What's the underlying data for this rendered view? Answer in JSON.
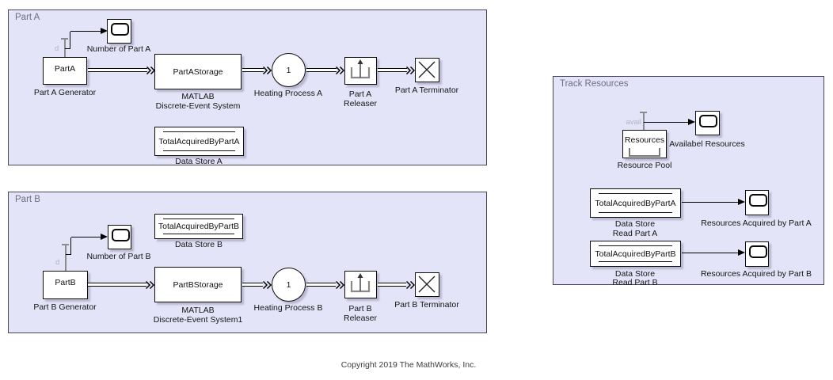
{
  "part_a": {
    "title": "Part A",
    "scope_label": "Number of Part A",
    "generator_text": "PartA",
    "generator_label": "Part A Generator",
    "generator_port": "d",
    "storage_text": "PartAStorage",
    "storage_label1": "MATLAB",
    "storage_label2": "Discrete-Event System",
    "process_text": "1",
    "process_label": "Heating Process A",
    "releaser_label1": "Part A",
    "releaser_label2": "Releaser",
    "terminator_label": "Part A Terminator",
    "datastore_text": "TotalAcquiredByPartA",
    "datastore_label": "Data Store A"
  },
  "part_b": {
    "title": "Part B",
    "scope_label": "Number of Part B",
    "generator_text": "PartB",
    "generator_label": "Part B Generator",
    "generator_port": "d",
    "storage_text": "PartBStorage",
    "storage_label1": "MATLAB",
    "storage_label2": "Discrete-Event System1",
    "process_text": "1",
    "process_label": "Heating Process B",
    "releaser_label1": "Part B",
    "releaser_label2": "Releaser",
    "terminator_label": "Part B Terminator",
    "datastore_text": "TotalAcquiredByPartB",
    "datastore_label": "Data Store B"
  },
  "track": {
    "title": "Track Resources",
    "pool_text": "Resources",
    "pool_label": "Resource Pool",
    "pool_port": "avail",
    "avail_scope_label": "Availabel Resources",
    "read_a_text": "TotalAcquiredByPartA",
    "read_a_label1": "Data Store",
    "read_a_label2": "Read Part A",
    "scope_a_label": "Resources Acquired by Part A",
    "read_b_text": "TotalAcquiredByPartB",
    "read_b_label1": "Data Store",
    "read_b_label2": "Read Part B",
    "scope_b_label": "Resources Acquired by Part B"
  },
  "footer": {
    "copyright": "Copyright 2019 The MathWorks, Inc."
  },
  "colors": {
    "area_fill": "#e4e4f9",
    "area_border": "#45455e",
    "block_border": "#0d0d0d"
  }
}
